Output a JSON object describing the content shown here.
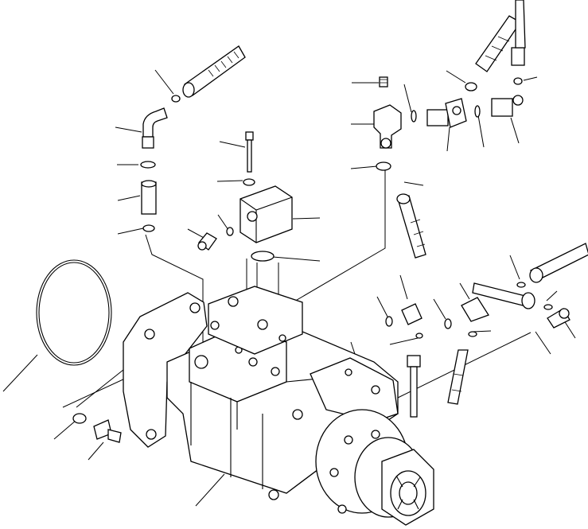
{
  "figure": {
    "background": "#ffffff",
    "ink": "#000000",
    "text_labels": []
  },
  "parts": [
    {
      "name": "hose-upper-left",
      "icon": "hose-fitting-icon"
    },
    {
      "name": "o-ring",
      "icon": "o-ring-icon"
    },
    {
      "name": "elbow-fitting",
      "icon": "elbow-icon"
    },
    {
      "name": "washer",
      "icon": "washer-icon"
    },
    {
      "name": "adapter",
      "icon": "adapter-icon"
    },
    {
      "name": "bolt",
      "icon": "bolt-icon"
    },
    {
      "name": "valve-block",
      "icon": "valve-block-icon"
    },
    {
      "name": "plug",
      "icon": "plug-icon"
    },
    {
      "name": "large-o-ring",
      "icon": "large-o-ring-icon"
    },
    {
      "name": "pump-assembly",
      "icon": "pump-icon"
    },
    {
      "name": "mounting-bolt",
      "icon": "bolt-icon"
    },
    {
      "name": "breather",
      "icon": "breather-icon"
    },
    {
      "name": "tee-bracket",
      "icon": "bracket-icon"
    },
    {
      "name": "swivel-fitting",
      "icon": "swivel-icon"
    },
    {
      "name": "elbow-hose-fitting",
      "icon": "elbow-icon"
    },
    {
      "name": "tube",
      "icon": "tube-icon"
    },
    {
      "name": "nipple",
      "icon": "nipple-icon"
    }
  ]
}
